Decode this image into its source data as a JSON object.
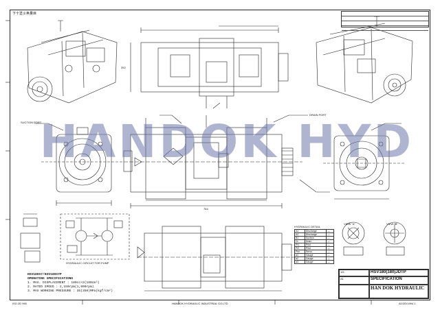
{
  "header": {
    "corner_brand": "下十塗彡奂量目",
    "revision_rows": [
      "",
      "",
      "",
      ""
    ]
  },
  "watermark": "HANDOK HYD",
  "specifications": {
    "model": "HSV180S7/HSV180S7P",
    "title": "OPERATING SPECIFICATIONS",
    "lines": [
      "1. MAX. DISPLACEMENT : 180cc×2(180cm³)",
      "2. RATED SPEED : 2,150rpm(1,900rpm)",
      "3. MAX WORKING PRESSURE : 35(350)MPa(kgf/cm²)"
    ]
  },
  "labels": {
    "circuit_title": "HYDRAULIC CIRCUIT FOR PUMP",
    "view_a": "VIEW \"A\"",
    "view_b": "VIEW \"B\"",
    "left_callout": "SUCTION PORT",
    "right_callout": "DRAIN PORT",
    "dim_main": "764",
    "dim_height": "392"
  },
  "port_table": {
    "title": "HYDRAULIC DETAIL",
    "rows": [
      [
        "A1",
        "Discharge",
        "—"
      ],
      [
        "A2",
        "Discharge",
        "—"
      ],
      [
        "B1",
        "Suction",
        "—"
      ],
      [
        "Dr",
        "Drain",
        "—"
      ],
      [
        "Pi1",
        "Pilot",
        "—"
      ],
      [
        "Pi2",
        "Pilot",
        "—"
      ],
      [
        "Psv",
        "Servo",
        "—"
      ],
      [
        "a1",
        "Gauge",
        "—"
      ],
      [
        "a2",
        "Gauge",
        "—"
      ],
      [
        "a3",
        "Gauge",
        "—"
      ]
    ]
  },
  "title_block": {
    "model_no": "HSV180(180)JDTP",
    "doc_title": "SPECIFICATION",
    "company": "HAN DOK HYDRAULIC",
    "sheet": "A1",
    "scale": "1/5"
  },
  "footer": {
    "left_note": "ISO 2D 990",
    "center_note": "HANDOK HYDRAULIC INDUSTRIAL CO.LTD",
    "right_note": "A1/2D/1994 1"
  }
}
